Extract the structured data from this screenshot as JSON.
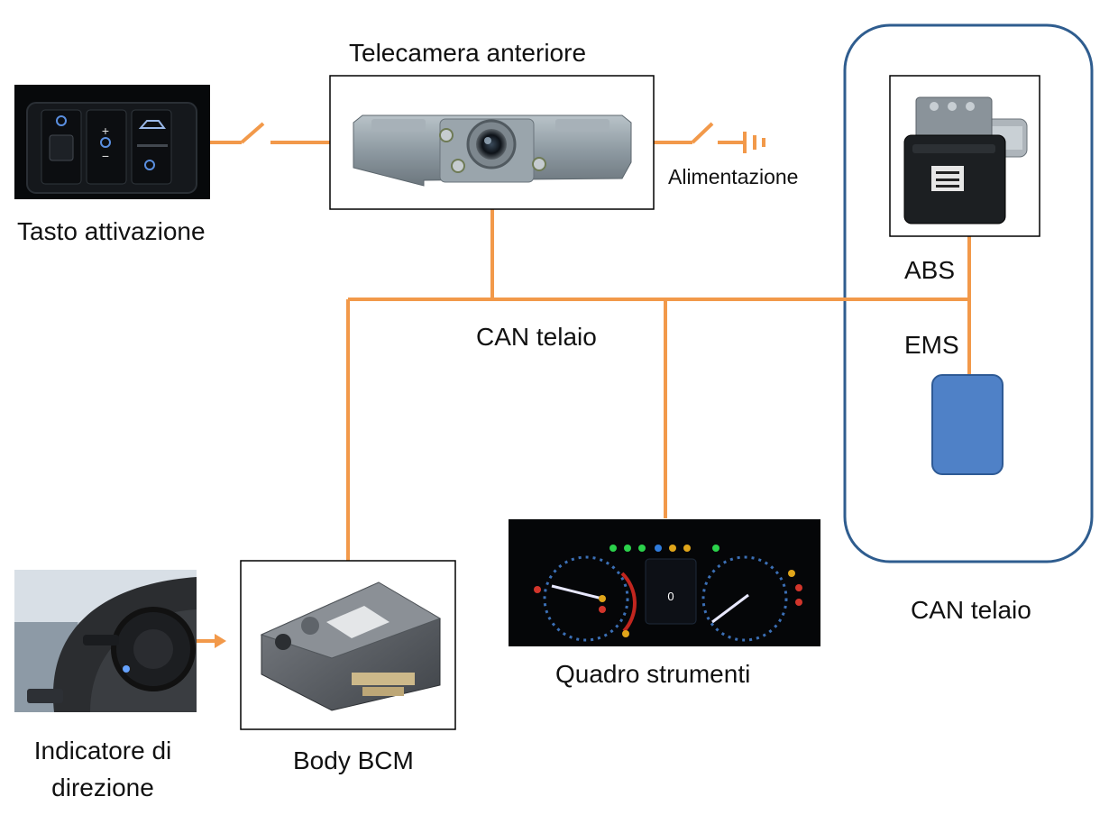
{
  "colors": {
    "wire": "#F2994A",
    "frame": "#2F5D8F",
    "ems_fill": "#4F81C7",
    "ems_border": "#2E5A95"
  },
  "labels": {
    "camera": "Telecamera anteriore",
    "button": "Tasto attivazione",
    "power": "Alimentazione",
    "abs": "ABS",
    "ems": "EMS",
    "can_main": "CAN telaio",
    "can_right": "CAN telaio",
    "cluster": "Quadro strumenti",
    "indicator_line1": "Indicatore di",
    "indicator_line2": "direzione",
    "bcm": "Body BCM"
  }
}
